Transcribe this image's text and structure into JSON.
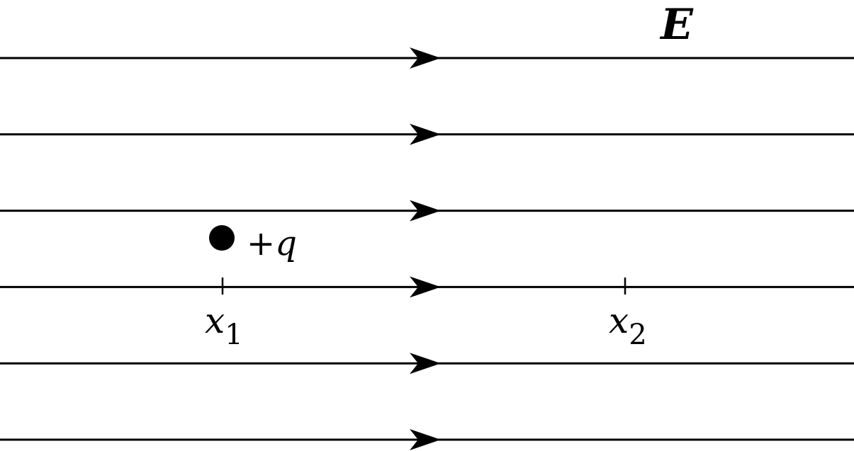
{
  "field": {
    "label": "E",
    "line_count": 6
  },
  "charge": {
    "sign": "+",
    "symbol": "q"
  },
  "positions": [
    {
      "letter": "x",
      "subscript": "1"
    },
    {
      "letter": "x",
      "subscript": "2"
    }
  ],
  "colors": {
    "ink": "#000000",
    "background": "#ffffff"
  }
}
